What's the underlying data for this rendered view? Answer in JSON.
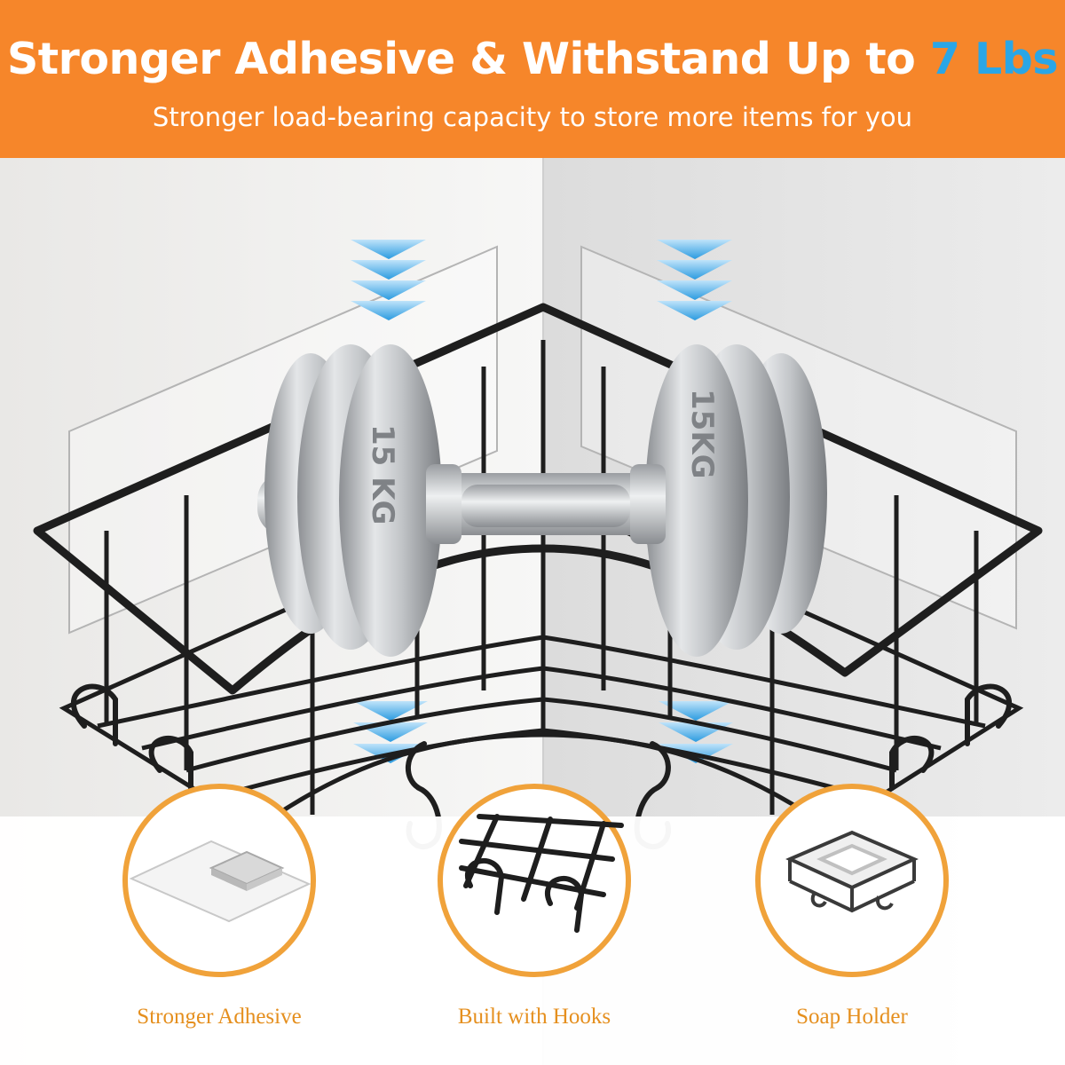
{
  "header": {
    "headline_main": "Stronger Adhesive & Withstand Up to ",
    "headline_accent": "7 Lbs",
    "subheadline": "Stronger load-bearing capacity to store more items for you"
  },
  "product": {
    "plate_left_text": "15 KG",
    "plate_right_text": "15KG"
  },
  "callouts": [
    {
      "label": "Stronger Adhesive",
      "icon": "adhesive-pad-icon"
    },
    {
      "label": "Built with Hooks",
      "icon": "hooks-icon"
    },
    {
      "label": "Soap Holder",
      "icon": "soap-holder-icon"
    }
  ],
  "colors": {
    "banner": "#f6862a",
    "accent": "#2aa6e6",
    "callout_ring": "#f0a23a",
    "callout_text": "#e58f1e",
    "rack_metal": "#1e1e1e"
  }
}
